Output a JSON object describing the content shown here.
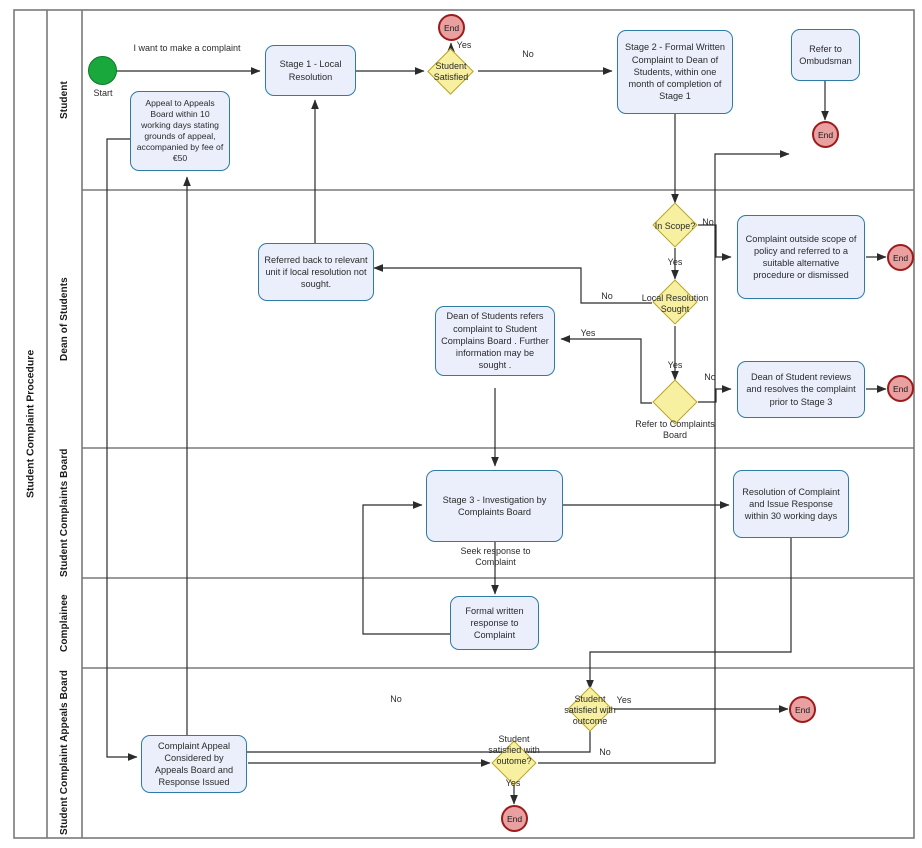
{
  "diagram": {
    "pool_title": "Student Complaint Procedure",
    "lanes": [
      {
        "id": "student",
        "label": "Student"
      },
      {
        "id": "dean",
        "label": "Dean of Students"
      },
      {
        "id": "board",
        "label": "Student Complaints Board"
      },
      {
        "id": "complainee",
        "label": "Complainee"
      },
      {
        "id": "appeals",
        "label": "Student Complaint Appeals Board"
      }
    ],
    "nodes": {
      "start": {
        "type": "start",
        "label": "",
        "caption": "Start"
      },
      "stage1": {
        "type": "process",
        "label": "Stage 1 - Local Resolution"
      },
      "appeal_to_board": {
        "type": "process",
        "label": "Appeal to Appeals Board within 10 working days stating grounds of appeal, accompanied by fee of €50"
      },
      "student_satisfied_1": {
        "type": "decision",
        "label": "Student Satisfied"
      },
      "end_student_satisfied": {
        "type": "end",
        "label": "End"
      },
      "stage2": {
        "type": "process",
        "label": "Stage 2 - Formal Written Complaint to Dean of Students, within one month of completion of Stage 1"
      },
      "refer_ombudsman": {
        "type": "process",
        "label": "Refer to Ombudsman"
      },
      "end_ombudsman": {
        "type": "end",
        "label": "End"
      },
      "referred_back": {
        "type": "process",
        "label": "Referred back to relevant unit if local resolution not sought."
      },
      "in_scope": {
        "type": "decision",
        "label": "In Scope?"
      },
      "outside_scope": {
        "type": "process",
        "label": "Complaint outside scope of policy and referred to a suitable alternative procedure or dismissed"
      },
      "end_outside_scope": {
        "type": "end",
        "label": "End"
      },
      "local_resolution_sought": {
        "type": "decision",
        "label": "Local Resolution Sought"
      },
      "dean_refers": {
        "type": "process",
        "label": "Dean of Students refers complaint to Student Complains Board . Further information may be sought ."
      },
      "refer_complaints_board": {
        "type": "decision",
        "label": "Refer to Complaints Board"
      },
      "dean_reviews": {
        "type": "process",
        "label": "Dean of Student reviews and resolves the complaint prior to Stage 3"
      },
      "end_dean_reviews": {
        "type": "end",
        "label": "End"
      },
      "stage3": {
        "type": "process",
        "label": "Stage 3 - Investigation by Complaints Board"
      },
      "resolution_complaint": {
        "type": "process",
        "label": "Resolution of Complaint and Issue Response within 30 working days"
      },
      "formal_written_response": {
        "type": "process",
        "label": "Formal written response to Complaint"
      },
      "student_satisfied_outcome": {
        "type": "decision",
        "label": "Student satisfied with outcome"
      },
      "end_satisfied_outcome": {
        "type": "end",
        "label": "End"
      },
      "complaint_appeal": {
        "type": "process",
        "label": "Complaint Appeal Considered by Appeals Board and Response Issued"
      },
      "student_satisfied_outcome2": {
        "type": "decision",
        "label": "Student satisfied with outome?"
      },
      "end_appeal": {
        "type": "end",
        "label": "End"
      }
    },
    "edge_labels": {
      "want_to_complain": "I want to make a complaint",
      "satisfied_yes": "Yes",
      "satisfied_no": "No",
      "in_scope_no": "No",
      "in_scope_yes": "Yes",
      "local_res_no": "No",
      "local_res_yes": "Yes",
      "refer_board_no": "No",
      "refer_board_yes": "Yes",
      "seek_response": "Seek response to Complaint",
      "outcome_yes": "Yes",
      "outcome_no": "No",
      "outcome2_no": "No",
      "outcome2_yes": "Yes"
    },
    "colors": {
      "process_fill": "#eaeffb",
      "process_stroke": "#2e7ca6",
      "decision_fill": "#f7f0a0",
      "decision_stroke": "#b9a429",
      "end_fill": "#e8a0a0",
      "end_stroke": "#9e1b1b",
      "start_fill": "#18a83c",
      "start_stroke": "#0c7a27",
      "lane_border": "#7a7a7a",
      "connector": "#3a3a3a"
    }
  }
}
